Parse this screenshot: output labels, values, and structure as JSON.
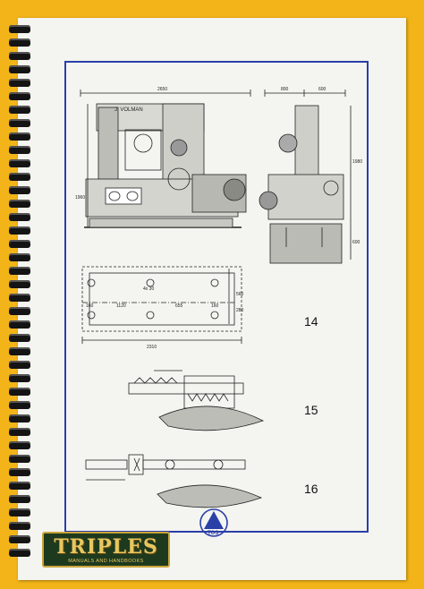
{
  "drawing": {
    "figures": [
      {
        "number": "14"
      },
      {
        "number": "15"
      },
      {
        "number": "16"
      }
    ],
    "dimensions": {
      "overall_width": "2650",
      "right_view_top_a": "800",
      "right_view_top_b": "600",
      "right_view_height": "1980",
      "right_view_base": "600",
      "left_height": "1960",
      "base_length": "2310",
      "base_a": "160",
      "base_b": "1120",
      "base_c": "655",
      "base_d": "160",
      "base_e": "560",
      "base_f": "280",
      "base_g": "4x 30"
    },
    "maker_label": "J. VOLMAN",
    "logo_text": "TOS"
  },
  "watermark": {
    "title": "TRIPLES",
    "subtitle": "MANUALS AND HANDBOOKS"
  },
  "colors": {
    "background": "#f2b418",
    "frame": "#2b3fa8",
    "ink": "#222222"
  }
}
